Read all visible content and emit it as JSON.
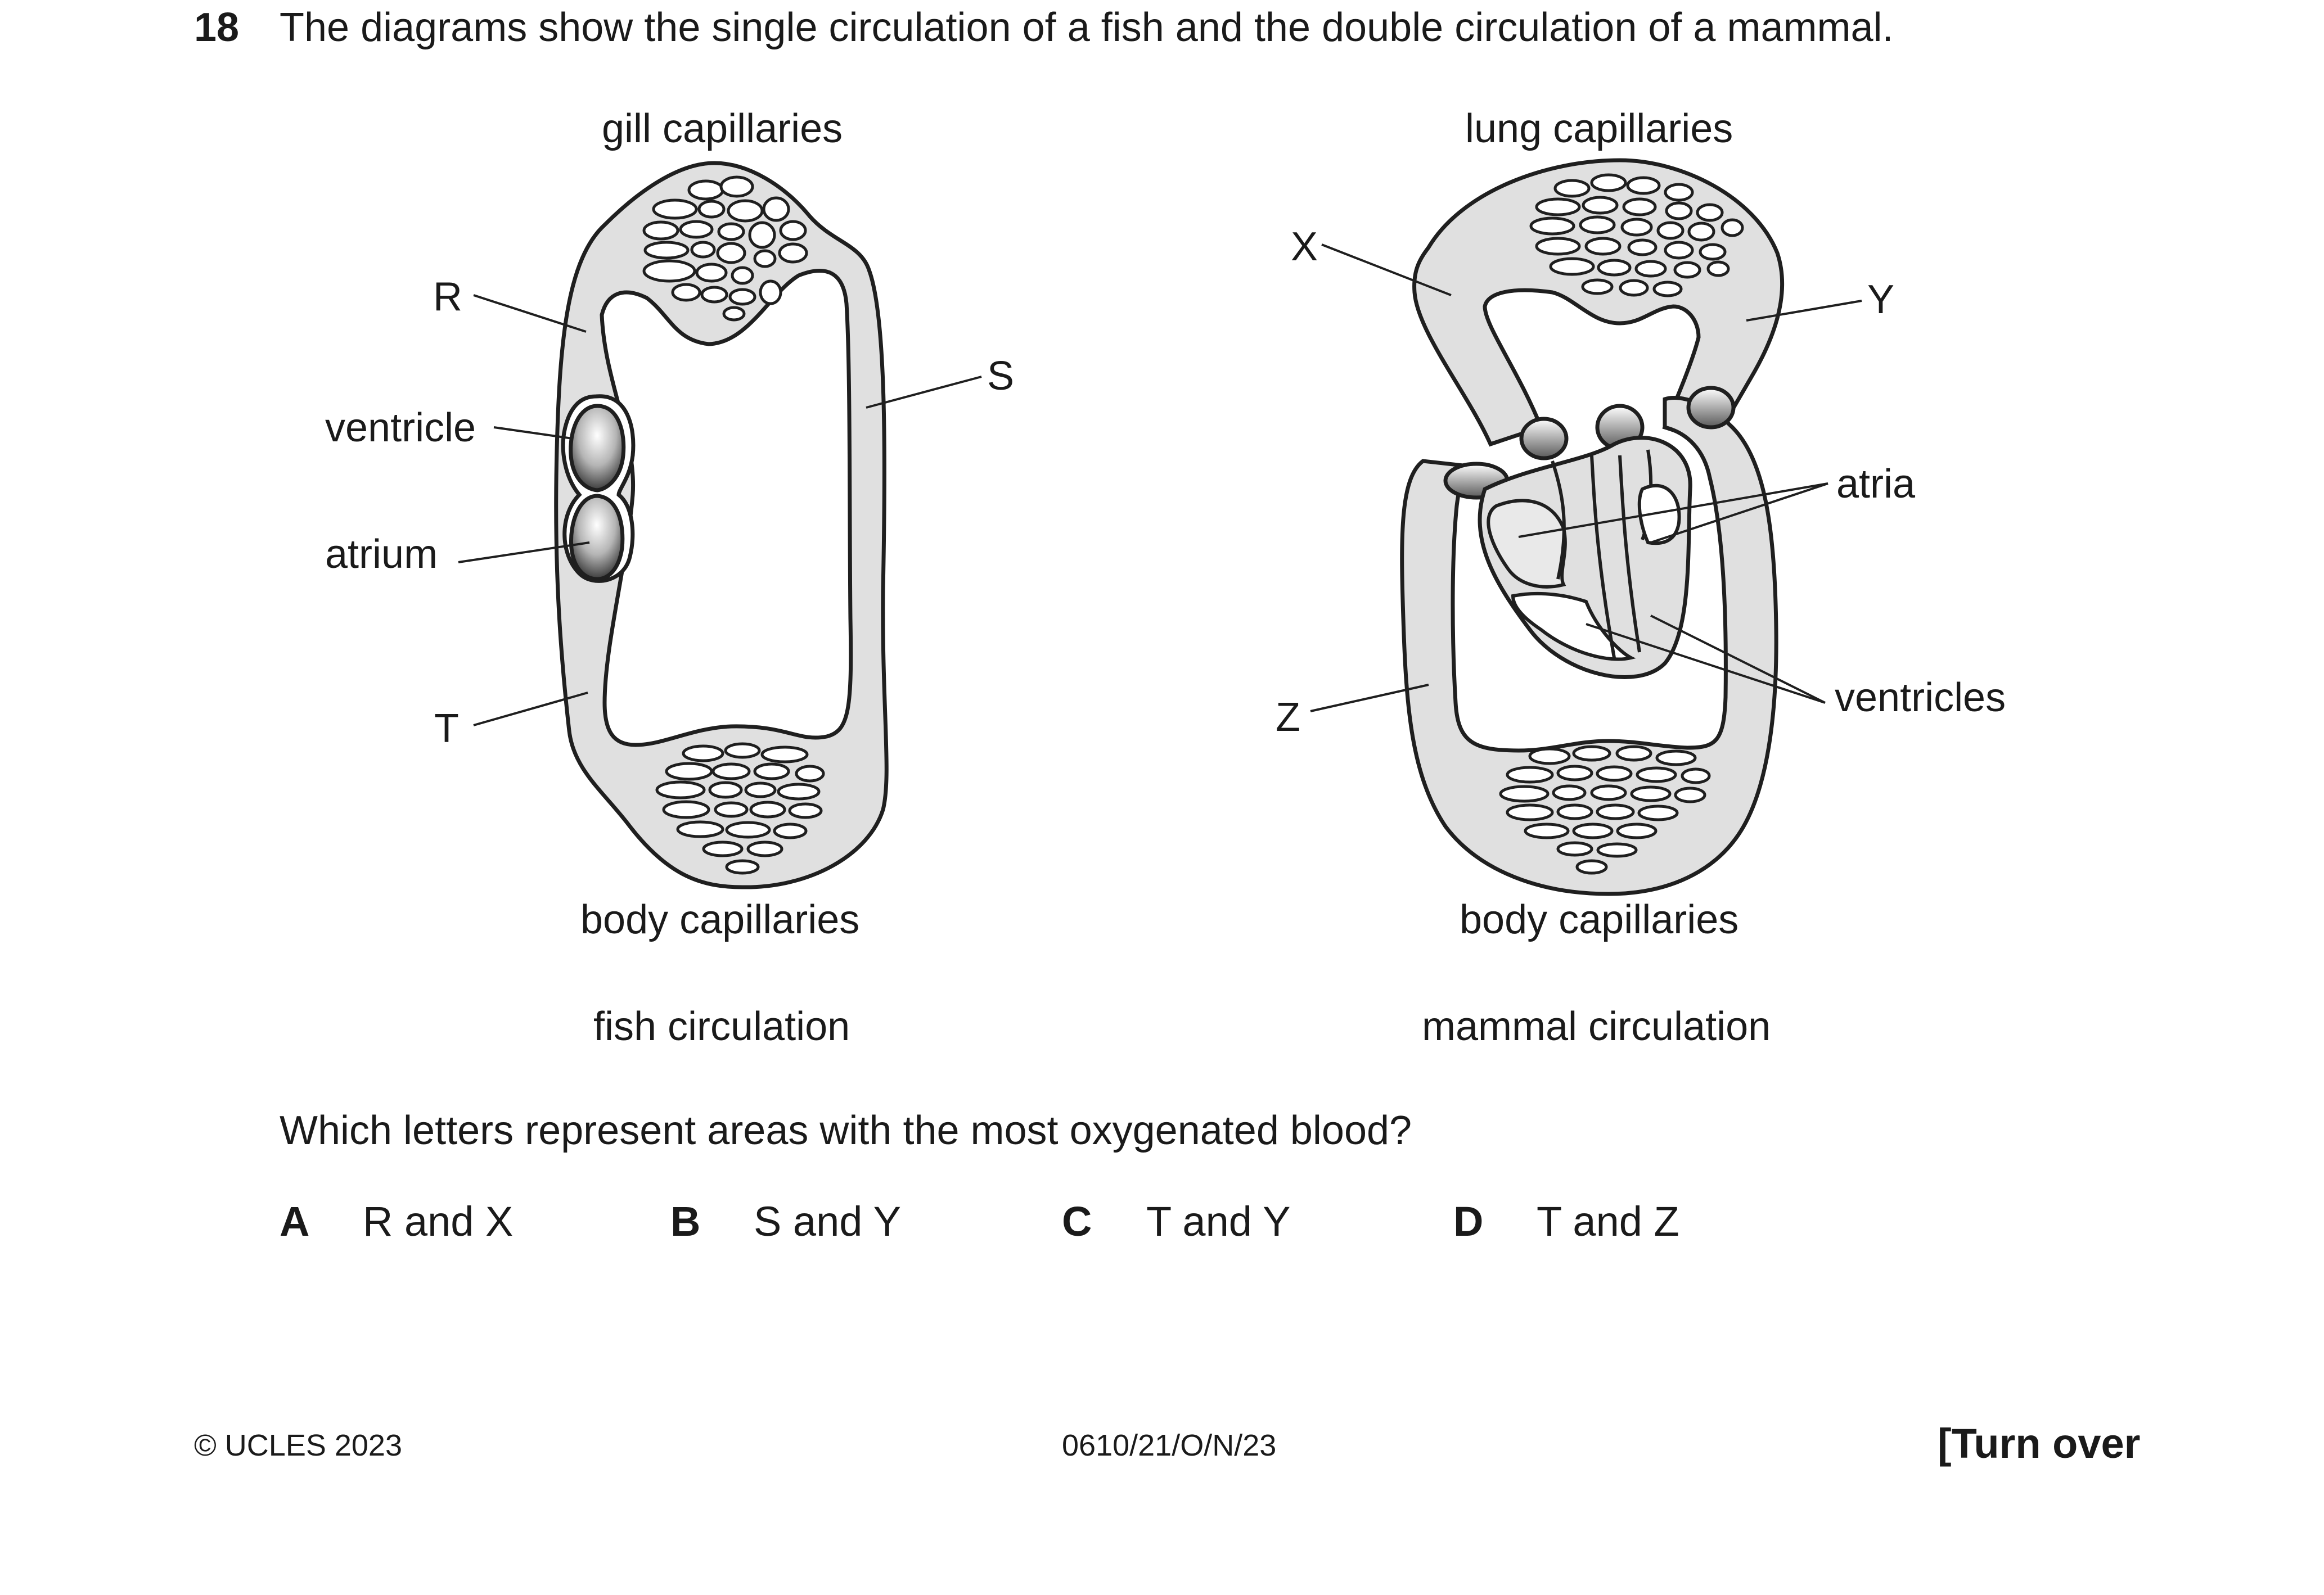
{
  "question": {
    "number": "18",
    "text": "The diagrams show the single circulation of a fish and the double circulation of a mammal.",
    "prompt": "Which letters represent areas with the most oxygenated blood?"
  },
  "fish": {
    "top_label": "gill capillaries",
    "bottom_label": "body capillaries",
    "caption": "fish circulation",
    "label_R": "R",
    "label_S": "S",
    "label_T": "T",
    "label_ventricle": "ventricle",
    "label_atrium": "atrium"
  },
  "mammal": {
    "top_label": "lung capillaries",
    "bottom_label": "body capillaries",
    "caption": "mammal circulation",
    "label_X": "X",
    "label_Y": "Y",
    "label_Z": "Z",
    "label_atria": "atria",
    "label_ventricles": "ventricles"
  },
  "options": [
    {
      "letter": "A",
      "text": "R and X"
    },
    {
      "letter": "B",
      "text": "S and Y"
    },
    {
      "letter": "C",
      "text": "T and Y"
    },
    {
      "letter": "D",
      "text": "T and Z"
    }
  ],
  "footer": {
    "copyright": "© UCLES 2023",
    "code": "0610/21/O/N/23",
    "turn_over": "[Turn over"
  }
}
